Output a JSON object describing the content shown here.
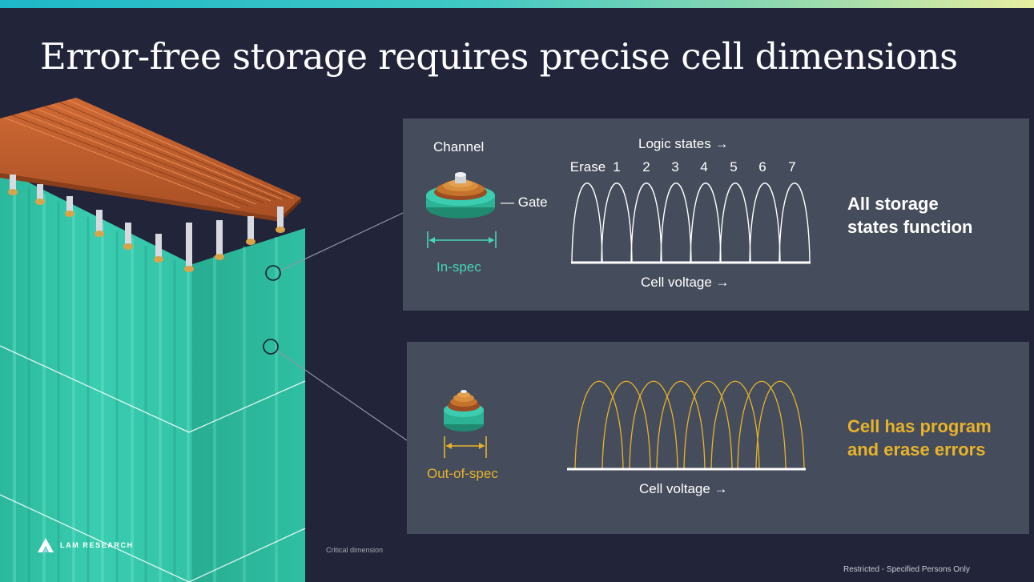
{
  "slide": {
    "title": "Error-free storage requires precise cell dimensions"
  },
  "colors": {
    "white_curves": "#ffffff",
    "error_curves": "#e8b32a",
    "in_spec_accent": "#46d6b9",
    "out_spec_accent": "#e8b32a",
    "panel_bg": "#454c5b",
    "slide_bg": "#22243a"
  },
  "top_panel": {
    "channel_label": "Channel",
    "gate_label": "— Gate",
    "spec_label": "In-spec",
    "logic_states_label": "Logic states →",
    "states": [
      "Erase",
      "1",
      "2",
      "3",
      "4",
      "5",
      "6",
      "7"
    ],
    "axis_label": "Cell voltage →",
    "message_line1": "All storage",
    "message_line2": "states function"
  },
  "bottom_panel": {
    "spec_label": "Out-of-spec",
    "axis_label": "Cell voltage →",
    "message_line1": "Cell has program",
    "message_line2": "and erase errors"
  },
  "footer": {
    "logo_text": "LAM RESEARCH",
    "caption": "Critical dimension",
    "restricted": "Restricted - Specified Persons Only"
  }
}
